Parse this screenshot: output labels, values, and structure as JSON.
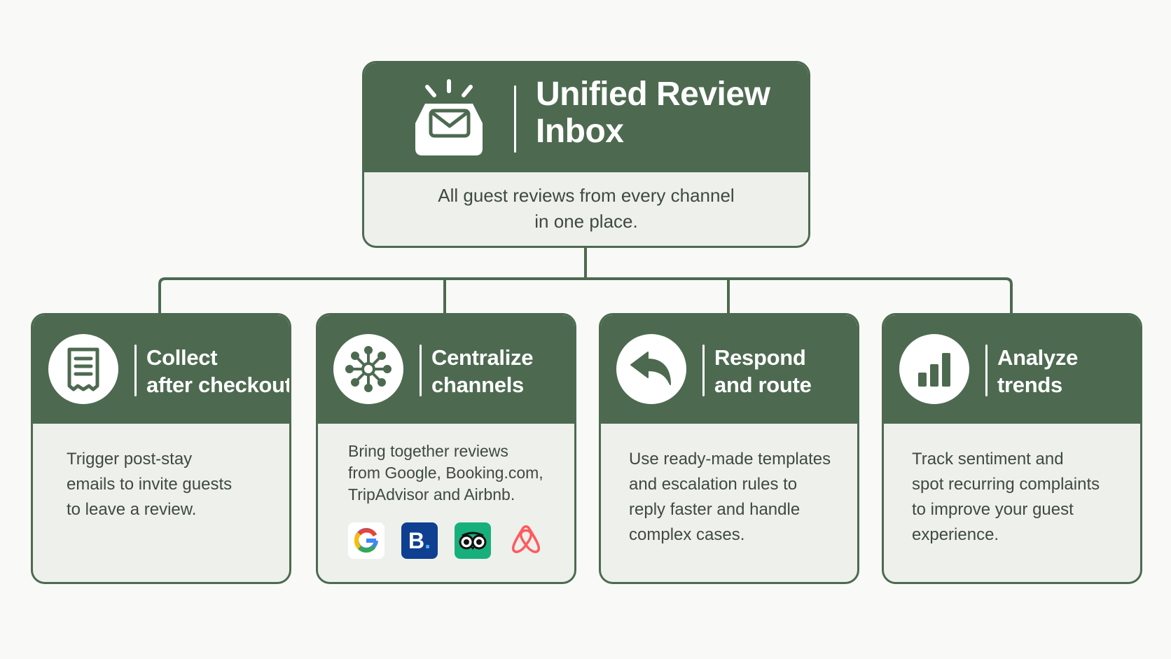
{
  "colors": {
    "primary_green": "#4d6a50",
    "card_body": "#eef0eb",
    "background": "#f9faf8",
    "text": "#3e4a3f"
  },
  "main": {
    "icon": "inbox-mail-icon",
    "title_line1": "Unified Review",
    "title_line2": "Inbox",
    "desc_line1": "All guest reviews from every channel",
    "desc_line2": "in one place."
  },
  "cards": [
    {
      "icon": "receipt-icon",
      "title_line1": "Collect",
      "title_line2": "after checkout",
      "body": [
        "Trigger post-stay",
        "emails to invite guests",
        "to leave a review."
      ]
    },
    {
      "icon": "hub-network-icon",
      "title_line1": "Centralize",
      "title_line2": "channels",
      "body": [
        "Bring together reviews",
        "from Google, Booking.com,",
        "TripAdvisor and Airbnb."
      ],
      "logos": [
        "google-logo",
        "booking-logo",
        "tripadvisor-logo",
        "airbnb-logo"
      ],
      "booking_letter": "B"
    },
    {
      "icon": "reply-arrow-icon",
      "title_line1": "Respond",
      "title_line2": "and route",
      "body": [
        "Use ready-made templates",
        "and escalation rules to",
        "reply faster and handle",
        "complex cases."
      ]
    },
    {
      "icon": "bar-chart-icon",
      "title_line1": "Analyze",
      "title_line2": "trends",
      "body": [
        "Track sentiment and",
        "spot recurring complaints",
        "to improve your guest",
        "experience."
      ]
    }
  ]
}
